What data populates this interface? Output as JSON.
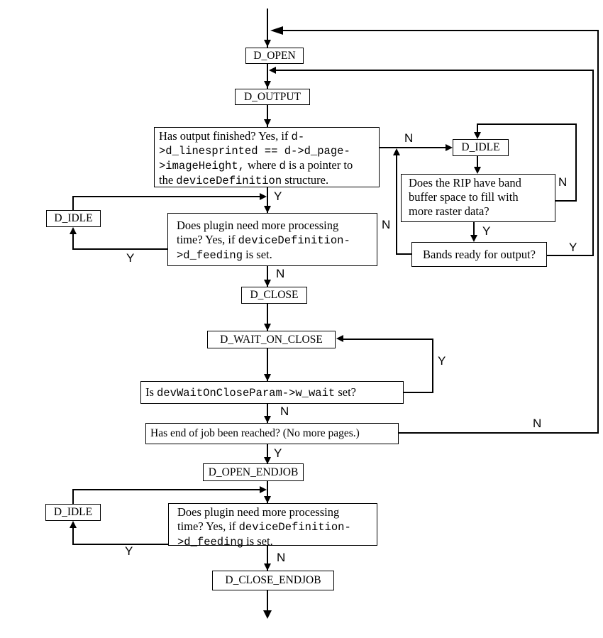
{
  "diagram": {
    "type": "flowchart",
    "line_color": "#000000",
    "background_color": "#ffffff",
    "edge_labels": {
      "yes": "Y",
      "no": "N"
    },
    "states": {
      "d_open": "D_OPEN",
      "d_output": "D_OUTPUT",
      "d_idle_right": "D_IDLE",
      "d_idle_mid": "D_IDLE",
      "d_idle_bottom": "D_IDLE",
      "d_close": "D_CLOSE",
      "d_wait_on_close": "D_WAIT_ON_CLOSE",
      "d_open_endjob": "D_OPEN_ENDJOB",
      "d_close_endjob": "D_CLOSE_ENDJOB"
    },
    "decisions": {
      "has_output": {
        "l1s1": "Has output finished? Yes, if ",
        "l1s2": "d-",
        "l2s1": ">d_linesprinted == d->d_page-",
        "l3s1": ">imageHeight,",
        "l3s2": " where ",
        "l3s3": "d",
        "l3s4": " is a pointer to",
        "l4s1": "the ",
        "l4s2": "deviceDefinition",
        "l4s3": " structure."
      },
      "rip_band_buffer": {
        "l1": "Does the RIP have band",
        "l2": "buffer space to fill with",
        "l3": "more raster data?"
      },
      "bands_ready": {
        "text": "Bands ready for output?"
      },
      "plugin_time_mid": {
        "l1": "Does plugin need more processing",
        "l2s1": "time? Yes, if ",
        "l2s2": "deviceDefinition-",
        "l3s1": ">d_feeding",
        "l3s2": " is set."
      },
      "dev_wait_on_close": {
        "s1": "Is ",
        "s2": "devWaitOnCloseParam->w_wait",
        "s3": " set?"
      },
      "end_of_job": {
        "text": "Has end of job been reached? (No more pages.)"
      },
      "plugin_time_bottom": {
        "l1": "Does plugin need more processing",
        "l2s1": "time? Yes, if ",
        "l2s2": "deviceDefinition-",
        "l3s1": ">d_feeding",
        "l3s2": " is set."
      }
    }
  }
}
